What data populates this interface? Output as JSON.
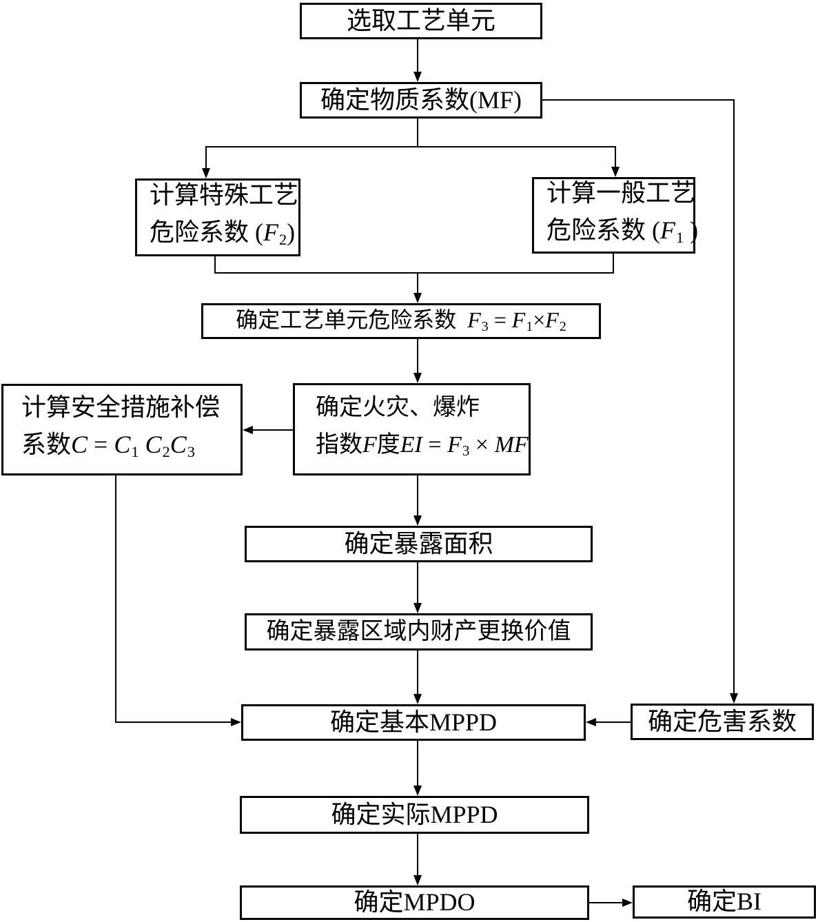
{
  "colors": {
    "ink": "#000000",
    "paper": "#ffffff"
  },
  "diagram_title": "",
  "nodes": {
    "select_unit": {
      "lines": [
        [
          {
            "t": "选取工艺单元"
          }
        ]
      ]
    },
    "material_factor": {
      "lines": [
        [
          {
            "t": "确定物质系数(MF)"
          }
        ]
      ]
    },
    "special_hazards_f2": {
      "lines": [
        [
          {
            "t": "计算特殊工艺"
          }
        ],
        [
          {
            "t": "危险系数 ("
          },
          {
            "t": "F",
            "s": "it"
          },
          {
            "t": "2",
            "s": "sub"
          },
          {
            "t": ")"
          }
        ]
      ]
    },
    "general_hazards_f1": {
      "lines": [
        [
          {
            "t": "计算一般工艺"
          }
        ],
        [
          {
            "t": "危险系数 ("
          },
          {
            "t": "F",
            "s": "it"
          },
          {
            "t": "1",
            "s": "sub"
          },
          {
            "t": " )"
          }
        ]
      ]
    },
    "unit_hazard_f3": {
      "lines": [
        [
          {
            "t": "确定工艺单元危险系数  "
          },
          {
            "t": "F",
            "s": "it"
          },
          {
            "t": "3",
            "s": "sub"
          },
          {
            "t": " = "
          },
          {
            "t": "F",
            "s": "it"
          },
          {
            "t": "1",
            "s": "sub"
          },
          {
            "t": "×"
          },
          {
            "t": "F",
            "s": "it"
          },
          {
            "t": "2",
            "s": "sub"
          }
        ]
      ]
    },
    "safety_compensation_c": {
      "lines": [
        [
          {
            "t": "计算安全措施补偿"
          }
        ],
        [
          {
            "t": "系数"
          },
          {
            "t": "C",
            "s": "it"
          },
          {
            "t": " = "
          },
          {
            "t": "C",
            "s": "it"
          },
          {
            "t": "1",
            "s": "sub"
          },
          {
            "t": " "
          },
          {
            "t": "C",
            "s": "it"
          },
          {
            "t": "2",
            "s": "sub"
          },
          {
            "t": "C",
            "s": "it"
          },
          {
            "t": "3",
            "s": "sub"
          }
        ]
      ]
    },
    "fire_explosion_index": {
      "lines": [
        [
          {
            "t": "确定火灾、爆炸"
          }
        ],
        [
          {
            "t": "指数"
          },
          {
            "t": "F",
            "s": "it"
          },
          {
            "t": "度"
          },
          {
            "t": "EI",
            "s": "it"
          },
          {
            "t": " = "
          },
          {
            "t": "F",
            "s": "it"
          },
          {
            "t": "3",
            "s": "sub"
          },
          {
            "t": " × "
          },
          {
            "t": "MF",
            "s": "it"
          }
        ]
      ]
    },
    "exposure_area": {
      "lines": [
        [
          {
            "t": "确定暴露面积"
          }
        ]
      ]
    },
    "exposure_value": {
      "lines": [
        [
          {
            "t": "确定暴露区域内财产更换价值"
          }
        ]
      ]
    },
    "basic_mppd": {
      "lines": [
        [
          {
            "t": "确定基本MPPD"
          }
        ]
      ]
    },
    "hazard_factor": {
      "lines": [
        [
          {
            "t": "确定危害系数"
          }
        ]
      ]
    },
    "actual_mppd": {
      "lines": [
        [
          {
            "t": "确定实际MPPD"
          }
        ]
      ]
    },
    "mpdo": {
      "lines": [
        [
          {
            "t": "确定MPDO"
          }
        ]
      ]
    },
    "bi": {
      "lines": [
        [
          {
            "t": "确定BI"
          }
        ]
      ]
    }
  }
}
